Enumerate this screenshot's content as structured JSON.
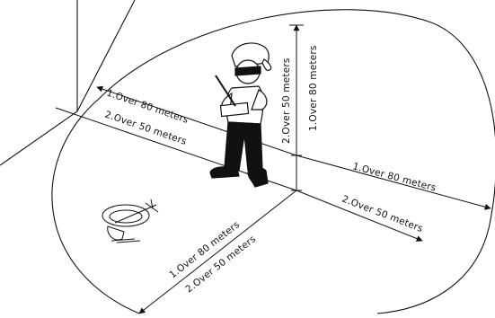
{
  "labels": {
    "left_upper_80": "1.Over 80 meters",
    "left_lower_50": "2.Over 50 meters",
    "right_upper_80": "1.Over 80 meters",
    "right_lower_50": "2.Over 50 meters",
    "front_upper_80": "1.Over 80 meters",
    "front_lower_50": "2.Over 50 meters",
    "vertical_50": "2.Over 50 meters",
    "vertical_80": "1.Over 80 meters"
  },
  "colors": {
    "line": "#111111",
    "background": "#ffffff"
  }
}
